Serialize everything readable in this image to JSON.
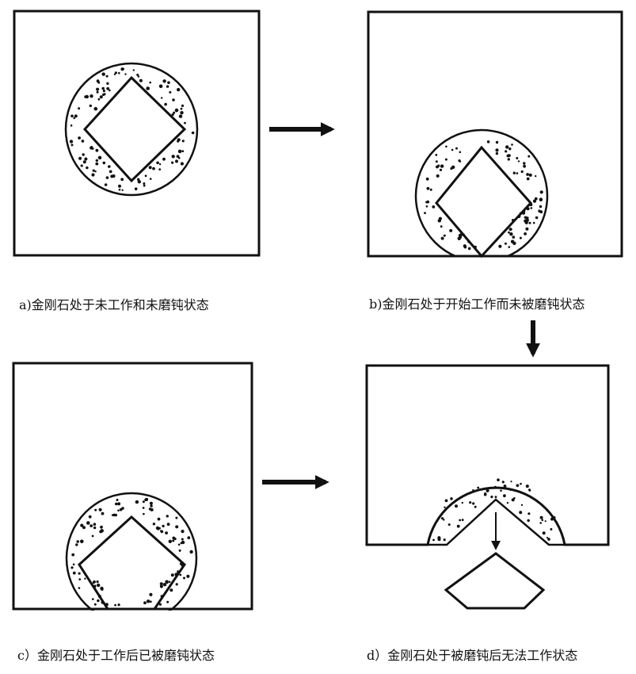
{
  "captions": {
    "a": "a)金刚石处于未工作和未磨钝状态",
    "b": "b)金刚石处于开始工作而未被磨钝状态",
    "c": "c）金刚石处于工作后已被磨钝状态",
    "d": "d）金刚石处于被磨钝后无法工作状态"
  },
  "colors": {
    "stroke": "#111111",
    "background": "#ffffff"
  }
}
